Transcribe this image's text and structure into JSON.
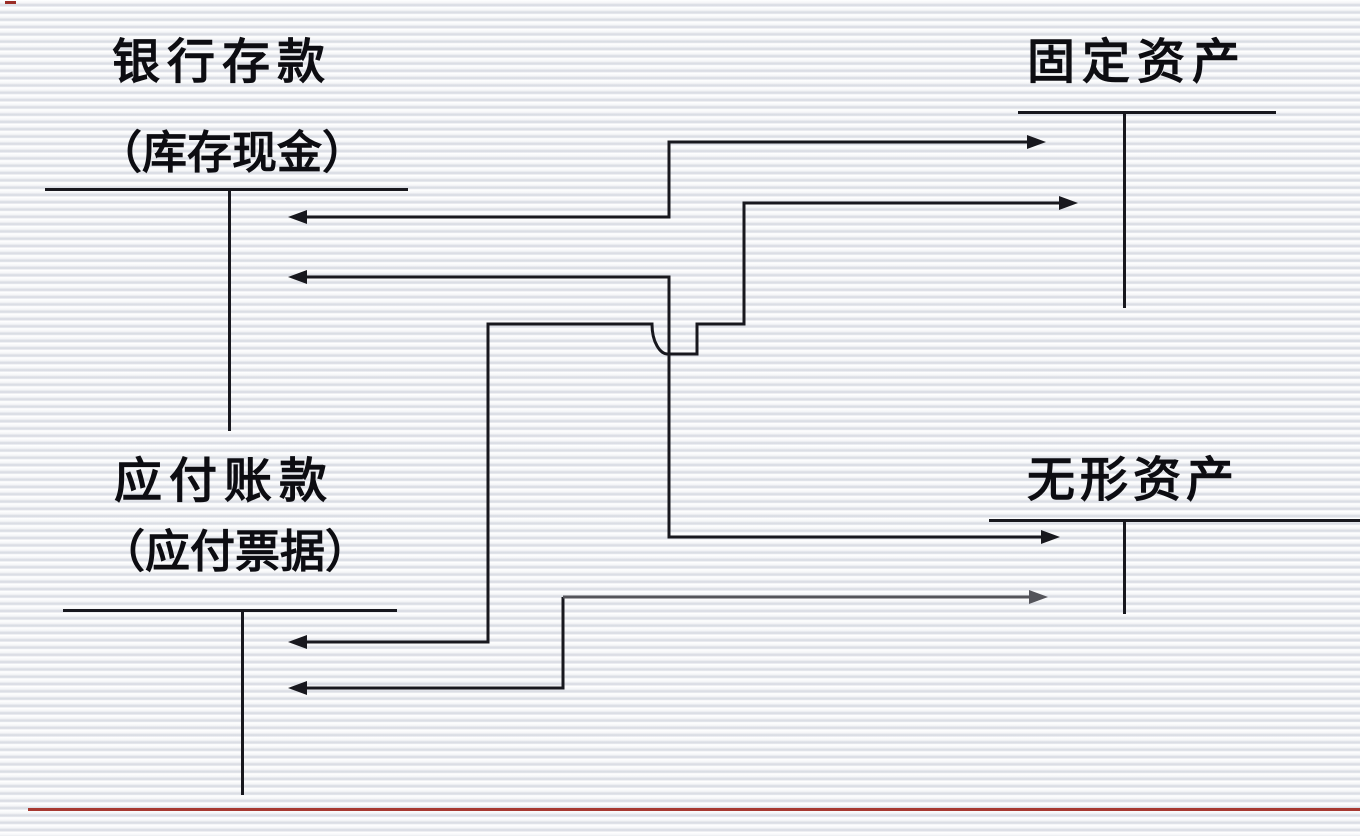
{
  "slide": {
    "accounts": {
      "bank": {
        "title": "银行存款",
        "subtitle": "（库存现金）"
      },
      "fixed": {
        "title": "固定资产"
      },
      "payable": {
        "title": "应付账款",
        "subtitle": "（应付票据）"
      },
      "intangible": {
        "title": "无形资产"
      }
    },
    "connectors": [
      {
        "from": "银行存款",
        "to": "固定资产",
        "style": "elbow",
        "arrowheads": "both"
      },
      {
        "from": "银行存款",
        "to": "无形资产",
        "style": "elbow",
        "arrowheads": "both"
      },
      {
        "from": "应付账款",
        "to": "固定资产",
        "style": "elbow-with-hop-under-crossing",
        "arrowheads": "both"
      },
      {
        "from": "应付账款",
        "to": "无形资产",
        "style": "elbow",
        "arrowheads": "both",
        "color": "gray-right-segment"
      }
    ]
  },
  "colors": {
    "line": "#18181e",
    "gray_line": "#54545a",
    "text": "#0d0d12",
    "red_line": "#a73931",
    "red_dash": "#9b2d26",
    "stripe": "#dadde4"
  }
}
